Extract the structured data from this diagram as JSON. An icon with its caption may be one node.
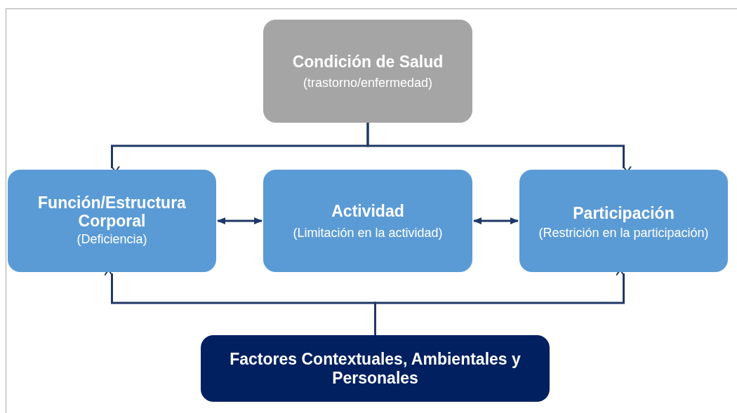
{
  "diagram": {
    "nodes": [
      {
        "text": [
          "Condición de Salud",
          "(trastorno/enfermedad)"
        ]
      },
      {
        "text": [
          "Función/Estructura Corporal",
          "(Deficiencia)"
        ]
      },
      {
        "text": [
          "Actividad",
          "(Limitación en la actividad)"
        ]
      },
      {
        "text": [
          "Participación",
          "(Restrición en la participación)"
        ]
      },
      {
        "text": [
          "Factores Contextuales, Ambientales y Personales"
        ]
      }
    ],
    "edges": [
      {
        "from": 0,
        "to": 1,
        "arrow": "to"
      },
      {
        "from": 0,
        "to": 3,
        "arrow": "to"
      },
      {
        "from": 1,
        "to": 2,
        "arrow": "both"
      },
      {
        "from": 2,
        "to": 3,
        "arrow": "both"
      },
      {
        "from": 4,
        "to": 1,
        "arrow": "to"
      },
      {
        "from": 4,
        "to": 3,
        "arrow": "to"
      }
    ]
  }
}
